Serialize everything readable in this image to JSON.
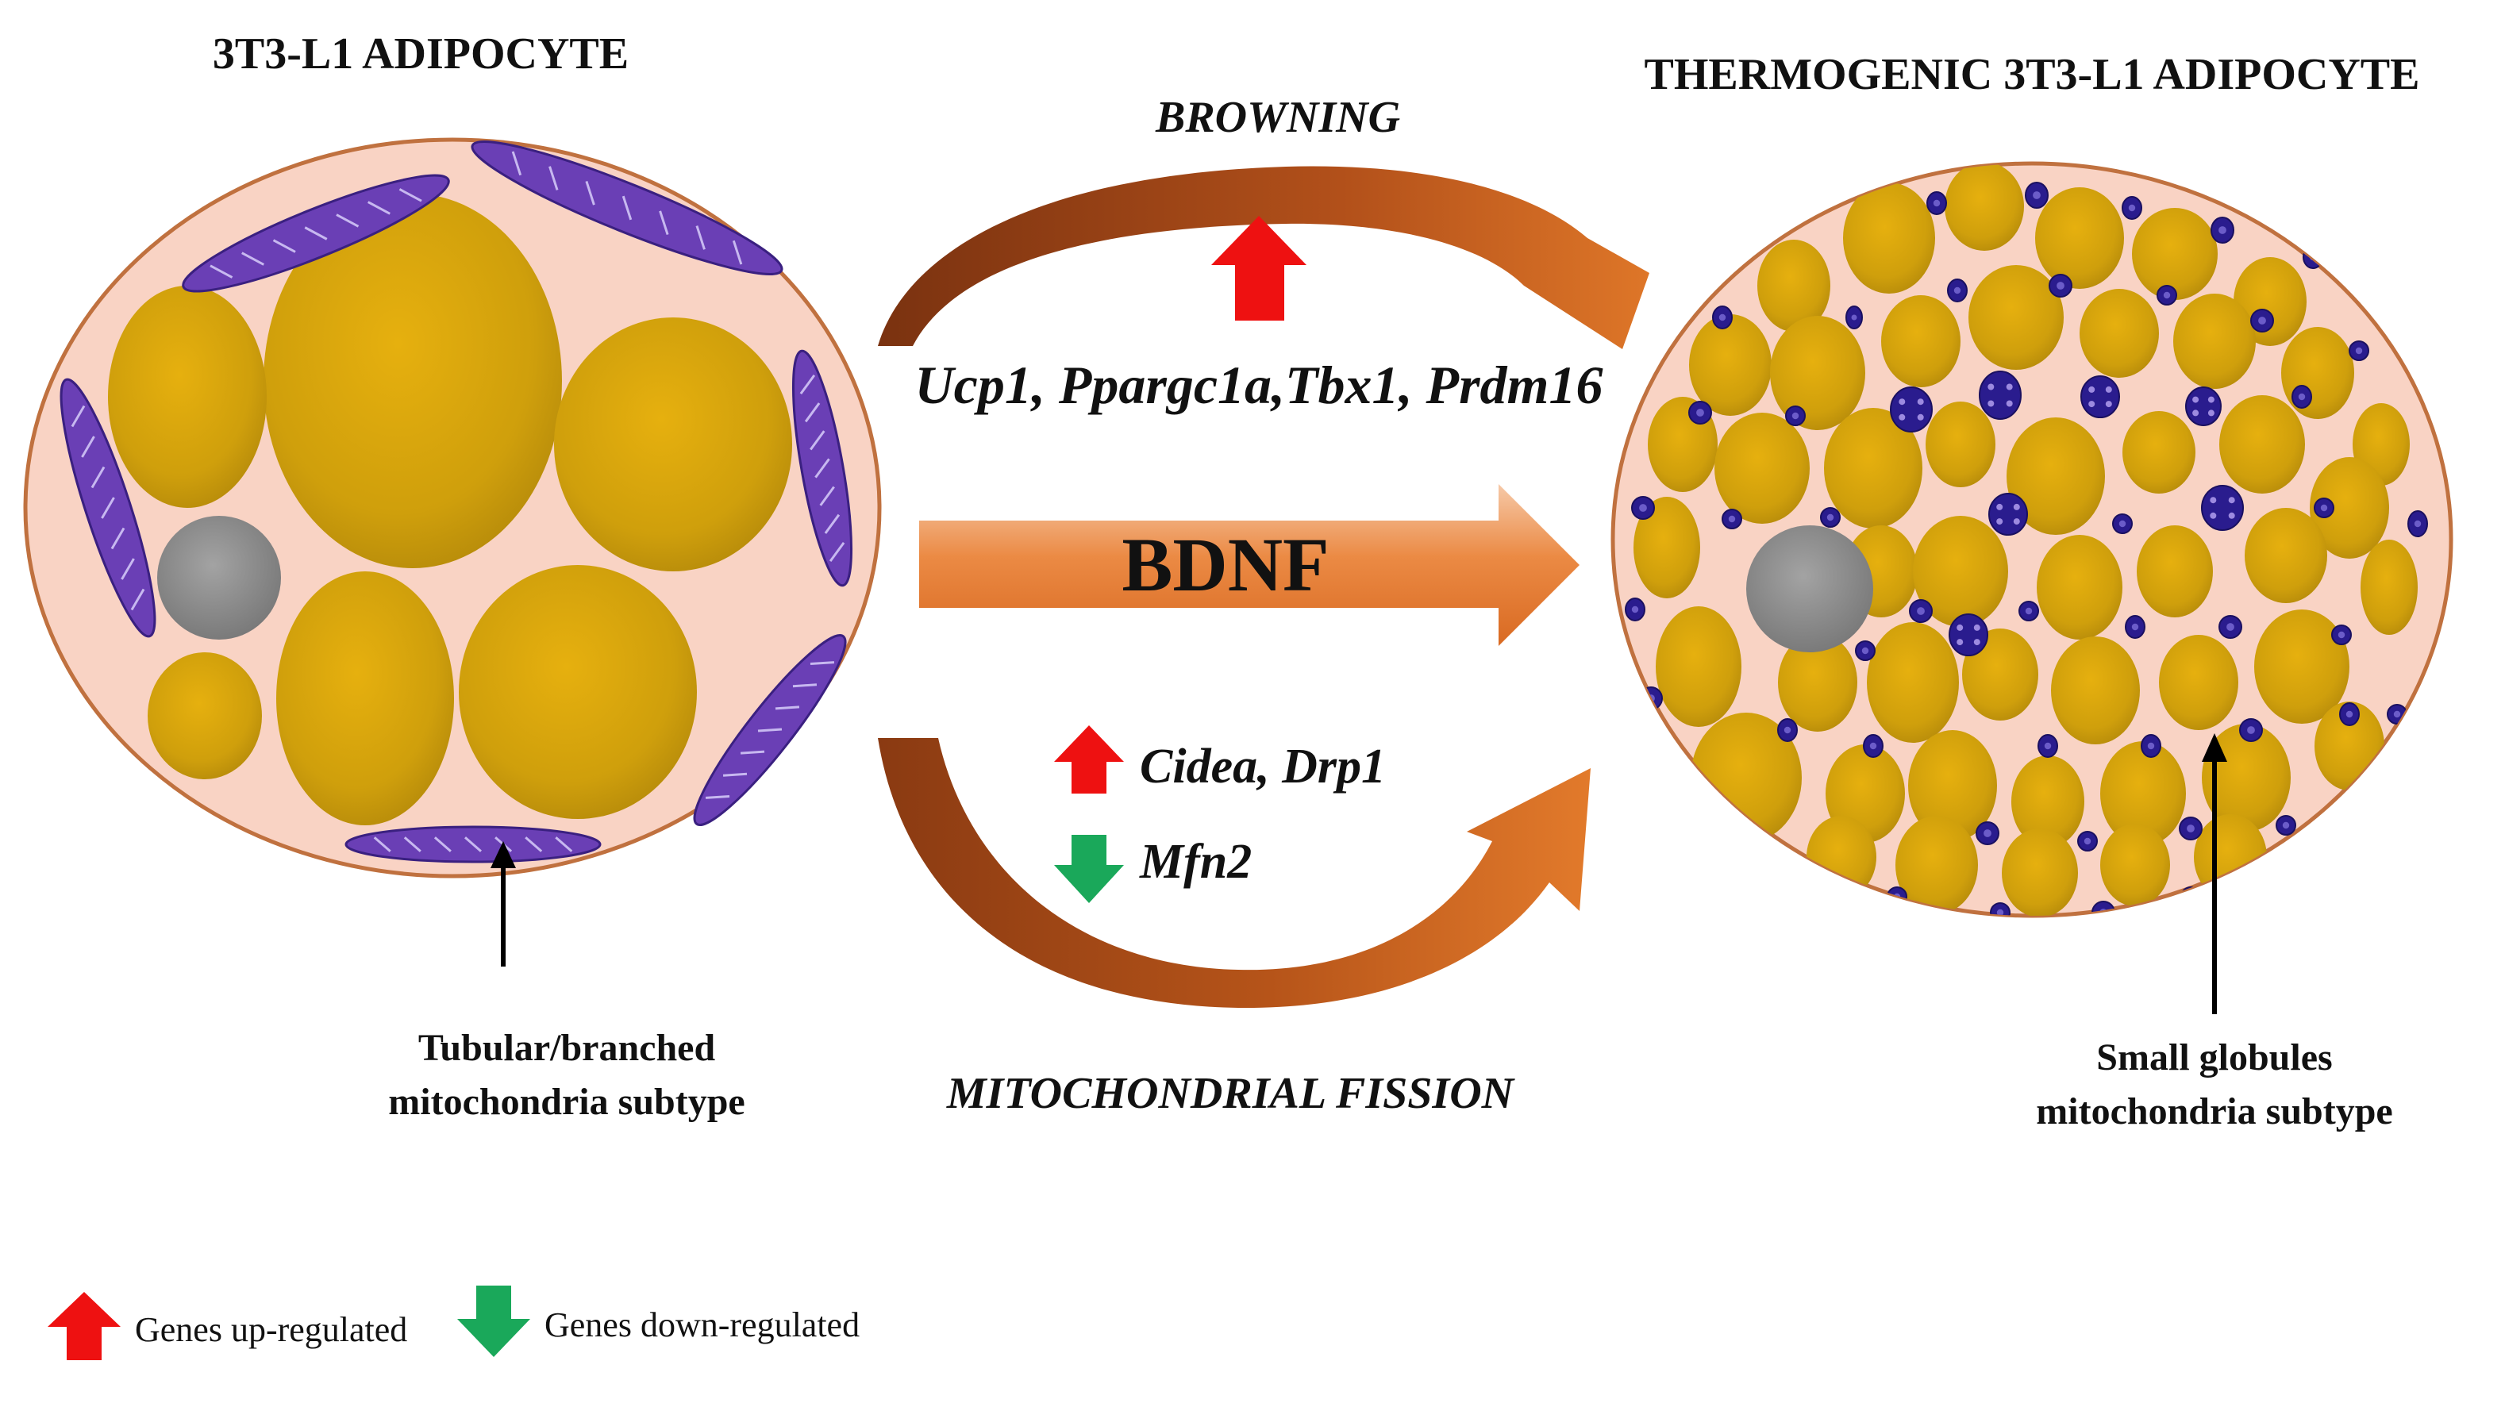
{
  "left_cell": {
    "title": "3T3-L1 ADIPOCYTE",
    "caption_line1": "Tubular/branched",
    "caption_line2": "mitochondria  subtype"
  },
  "right_cell": {
    "title": "THERMOGENIC 3T3-L1 ADIPOCYTE",
    "caption_line1": "Small globules",
    "caption_line2": "mitochondria  subtype"
  },
  "center": {
    "browning_label": "BROWNING",
    "browning_genes": "Ucp1, Ppargc1a,Tbx1, Prdm16",
    "bdnf_label": "BDNF",
    "fission_up_genes": "Cidea, Drp1",
    "fission_down_genes": "Mfn2",
    "fission_label": "MITOCHONDRIAL FISSION"
  },
  "legend": {
    "up_label": "Genes up-regulated",
    "down_label": "Genes down-regulated"
  },
  "colors": {
    "cytoplasm": "#f9d3c4",
    "cell_border": "#c0713f",
    "lipid": "#c89b0c",
    "lipid_light": "#e3b10f",
    "nucleus": "#8c8c8c",
    "mito": "#6a3fb5",
    "mito_dark": "#2a1c8e",
    "arrow_orange": "#d2691e",
    "arrow_brown": "#8b3f0f",
    "up_red": "#ee1111",
    "down_green": "#1aa85a"
  }
}
